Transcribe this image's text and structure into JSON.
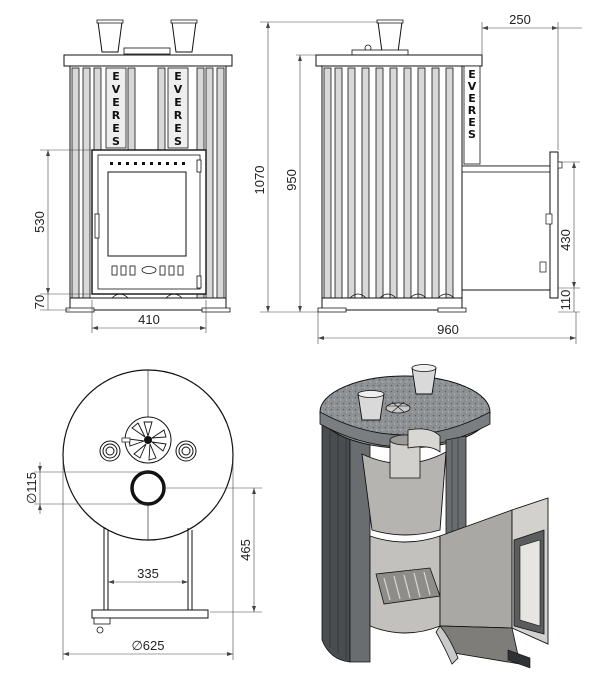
{
  "brand": {
    "letters": [
      "E",
      "V",
      "E",
      "R",
      "E",
      "S"
    ]
  },
  "dimensions": {
    "top_right_depth": "250",
    "total_height": "1070",
    "body_height": "950",
    "door_height": "530",
    "base_height": "70",
    "front_width": "410",
    "firebox_height": "430",
    "firebox_base": "110",
    "total_depth": "960",
    "flue_diameter": "∅115",
    "flue_offset": "465",
    "leg_span": "335",
    "body_diameter": "∅625"
  },
  "colors": {
    "stone": "#8f9294",
    "steel_dark": "#4a4d50",
    "steel_light": "#c9cacb",
    "interior": "#b5b4b0"
  }
}
